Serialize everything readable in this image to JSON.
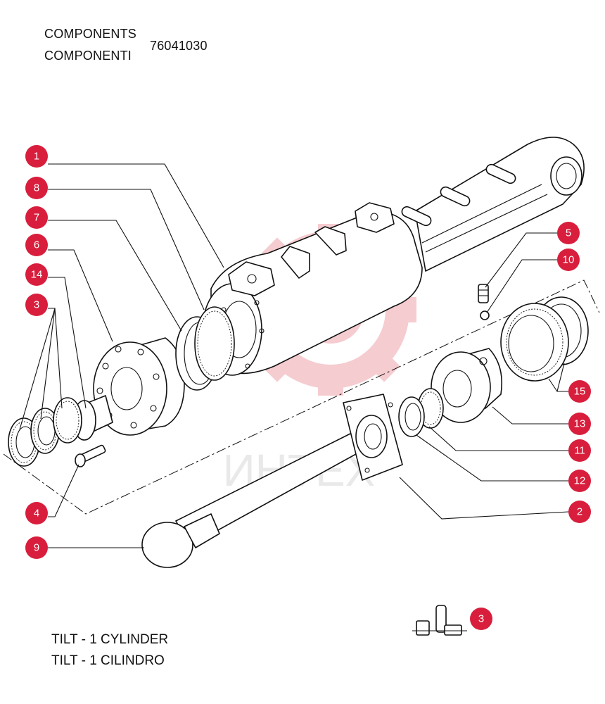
{
  "header": {
    "line1": "COMPONENTS",
    "line2": "COMPONENTI",
    "code": "76041030"
  },
  "footer": {
    "line1": "TILT - 1 CYLINDER",
    "line2": "TILT - 1 CILINDRO"
  },
  "watermark": {
    "text": "ИНТЕХ",
    "gear_color": "#f4c7cc"
  },
  "callouts": [
    {
      "id": "c1",
      "label": "1"
    },
    {
      "id": "c8",
      "label": "8"
    },
    {
      "id": "c7",
      "label": "7"
    },
    {
      "id": "c6",
      "label": "6"
    },
    {
      "id": "c14",
      "label": "14"
    },
    {
      "id": "c3",
      "label": "3"
    },
    {
      "id": "c4",
      "label": "4"
    },
    {
      "id": "c9",
      "label": "9"
    },
    {
      "id": "c5",
      "label": "5"
    },
    {
      "id": "c10",
      "label": "10"
    },
    {
      "id": "c15",
      "label": "15"
    },
    {
      "id": "c13",
      "label": "13"
    },
    {
      "id": "c11",
      "label": "11"
    },
    {
      "id": "c12",
      "label": "12"
    },
    {
      "id": "c2",
      "label": "2"
    },
    {
      "id": "c3b",
      "label": "3"
    }
  ],
  "badge_color": "#d81e3c"
}
